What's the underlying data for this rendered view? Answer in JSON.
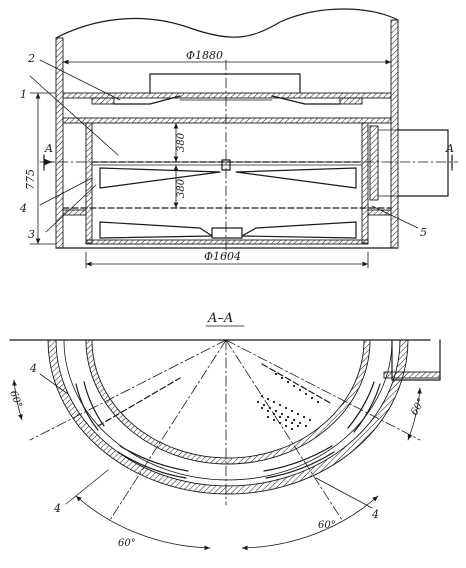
{
  "labels": {
    "dia_outer": "Φ1880",
    "dia_inner": "Φ1604",
    "height_total": "775",
    "gap_upper": "380",
    "gap_lower": "380",
    "section_left": "A",
    "section_right": "A",
    "section_title": "A–A",
    "part_1": "1",
    "part_2": "2",
    "part_3": "3",
    "part_4": "4",
    "part_5": "5",
    "plan_part_4a": "4",
    "plan_part_4b": "4",
    "plan_part_4c": "4",
    "angle_top_left": "60°",
    "angle_right": "60°",
    "angle_bottom_left": "60°",
    "angle_bottom_right": "60°"
  }
}
